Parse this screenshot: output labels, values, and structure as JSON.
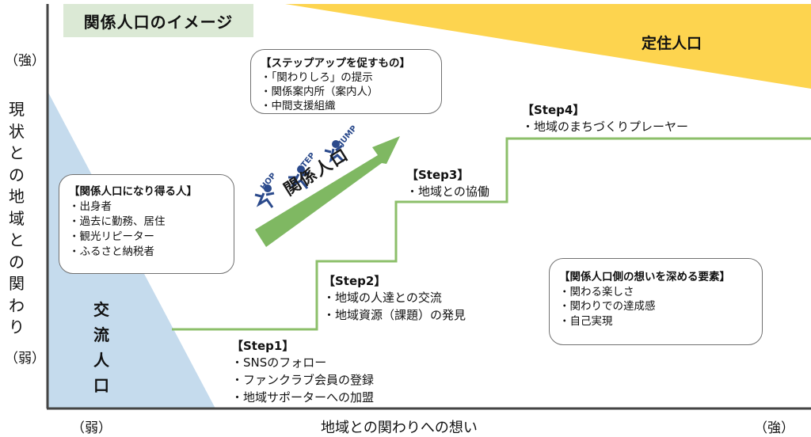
{
  "title": "関係人口のイメージ",
  "regions": {
    "settled": "定住人口",
    "exchange": [
      "交",
      "流",
      "人",
      "口"
    ]
  },
  "y_axis": {
    "strong": "（強）",
    "label_chars": [
      "現",
      "状",
      "と",
      "の",
      "地",
      "域",
      "と",
      "の",
      "関",
      "わ",
      "り"
    ],
    "weak": "（弱）"
  },
  "x_axis": {
    "weak": "（弱）",
    "label": "地域との関わりへの想い",
    "strong": "（強）"
  },
  "promote_box": {
    "heading": "【ステップアップを促すもの】",
    "items": [
      "・「関わりしろ」の提示",
      "・関係案内所（案内人）",
      "・中間支援組織"
    ]
  },
  "potential_box": {
    "heading": "【関係人口になり得る人】",
    "items": [
      "・出身者",
      "・過去に勤務、居住",
      "・観光リピーター",
      "・ふるさと納税者"
    ]
  },
  "deepen_box": {
    "heading": "【関係人口側の想いを深める要素】",
    "items": [
      "・関わる楽しさ",
      "・関わりでの達成感",
      "・自己実現"
    ]
  },
  "steps": [
    {
      "heading": "【Step1】",
      "items": [
        "・SNSのフォロー",
        "・ファンクラブ会員の登録",
        "・地域サポーターへの加盟"
      ]
    },
    {
      "heading": "【Step2】",
      "items": [
        "・地域の人達との交流",
        "・地域資源（課題）の発見"
      ]
    },
    {
      "heading": "【Step3】",
      "items": [
        "・地域との協働"
      ]
    },
    {
      "heading": "【Step4】",
      "items": [
        "・地域のまちづくりプレーヤー"
      ]
    }
  ],
  "arrow_label": "関係人口",
  "hop_step_jump": [
    "HOP",
    "STEP",
    "JUMP"
  ],
  "colors": {
    "settled_fill": "#fdd44f",
    "exchange_fill": "#c5dbed",
    "title_fill": "#dbe9d5",
    "staircase": "#8cbf6a",
    "arrow": "#7fb862",
    "axis": "#444444",
    "runner": "#2b4a8c"
  }
}
